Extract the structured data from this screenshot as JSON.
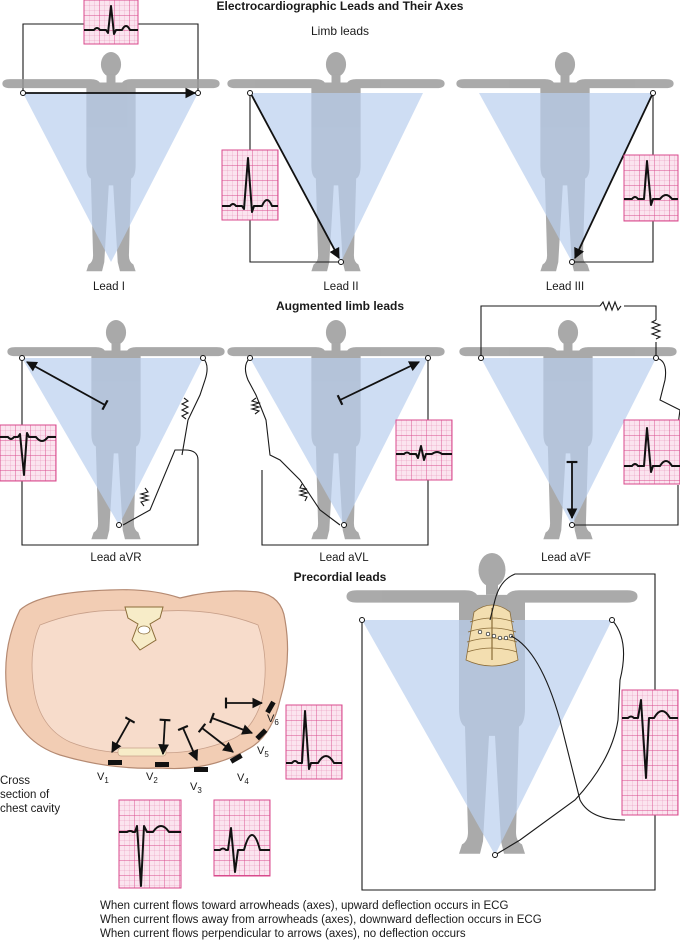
{
  "title": "Electrocardiographic Leads and Their Axes",
  "sections": {
    "limb": "Limb leads",
    "augmented": "Augmented limb leads",
    "precordial": "Precordial leads"
  },
  "leads": {
    "lead_i": "Lead I",
    "lead_ii": "Lead II",
    "lead_iii": "Lead III",
    "lead_avr": "Lead aVR",
    "lead_avl": "Lead aVL",
    "lead_avf": "Lead aVF"
  },
  "precordial_labels": {
    "v1": "V",
    "v1_sub": "1",
    "v2": "V",
    "v2_sub": "2",
    "v3": "V",
    "v3_sub": "3",
    "v4": "V",
    "v4_sub": "4",
    "v5": "V",
    "v5_sub": "5",
    "v6": "V",
    "v6_sub": "6"
  },
  "cross_section_caption": {
    "line1": "Cross",
    "line2": "section of",
    "line3": "chest cavity"
  },
  "footnotes": [
    "When current flows toward arrowheads (axes), upward deflection occurs in ECG",
    "When current flows away from arrowheads (axes), downward deflection occurs in ECG",
    "When current flows perpendicular to arrows (axes), no deflection occurs"
  ],
  "colors": {
    "triangle": "#b9cfee",
    "body": "#9b9b9b",
    "ecg_grid": "#d94a8c",
    "ecg_bg": "#fbe4ef",
    "chest": "#f2cdb4",
    "ribcage": "#f3deb0"
  }
}
